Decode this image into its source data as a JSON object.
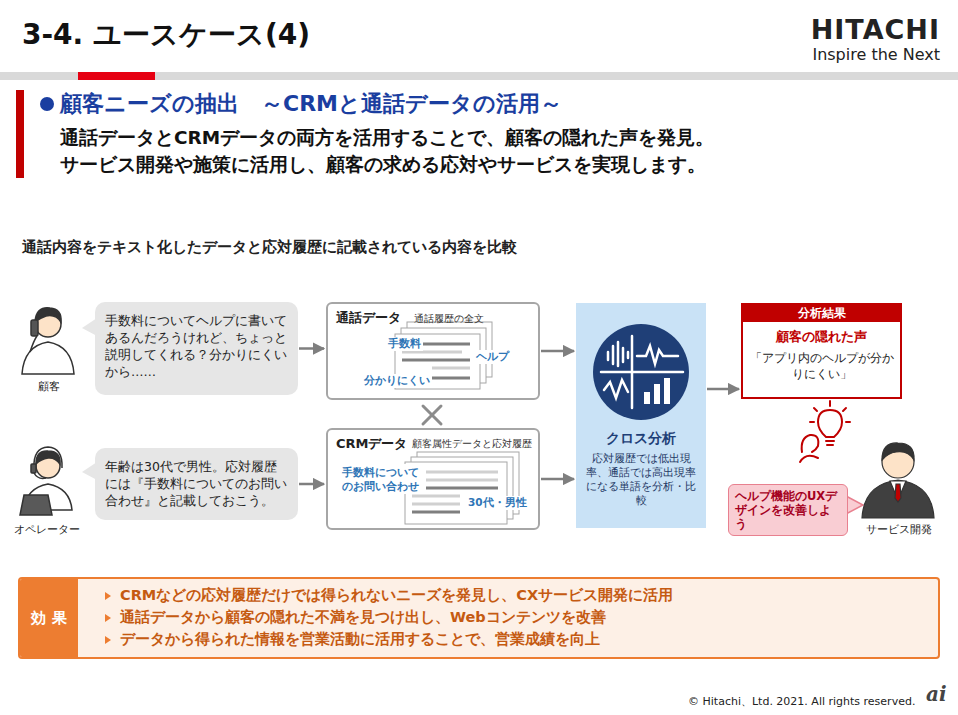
{
  "diagram": {
    "title": "3-4. ユースケース(4)",
    "nodes": [
      {
        "text": [
          "顧客ニーズの抽出　～CRMと通話データの活用～",
          "通話データとCRMデータの両方を活用することで、顧客の隠れた声を発見。",
          "サービス開発や施策に活用し、顧客の求める応対やサービスを実現します。"
        ]
      },
      {
        "text": [
          "手数料についてヘルプに書いてあるんだろうけれど、ちょっと説明してくれる？分かりにくいから……"
        ]
      },
      {
        "text": [
          "年齢は30代で男性。応対履歴には『手数料についてのお問い合わせ』と記載しておこう。"
        ]
      },
      {
        "text": [
          "通話データ",
          "通話履歴の全文",
          "手数料",
          "ヘルプ",
          "分かりにくい"
        ]
      },
      {
        "text": [
          "CRMデータ",
          "顧客属性データと応対履歴",
          "手数料について のお問い合わせ",
          "30代・男性"
        ]
      },
      {
        "text": [
          "クロス分析",
          "応対履歴では低出現率、通話では高出現率になる単語を分析・比較"
        ]
      },
      {
        "text": [
          "分析結果",
          "顧客の隠れた声",
          "「アプリ内のヘルプが分かりにくい」"
        ]
      },
      {
        "text": [
          "ヘルプ機能のUXデザインを改善しよう"
        ]
      },
      {
        "text": [
          "効 果",
          "CRMなどの応対履歴だけでは得られないニーズを発見し、CXサービス開発に活用",
          "通話データから顧客の隠れた不満を見つけ出し、Webコンテンツを改善",
          "データから得られた情報を営業活動に活用することで、営業成績を向上"
        ]
      }
    ],
    "edges": [
      {
        "from": 1,
        "to": 3,
        "arrow": "to"
      },
      {
        "from": 2,
        "to": 4,
        "arrow": "to"
      },
      {
        "from": 3,
        "to": 5,
        "arrow": "to"
      },
      {
        "from": 4,
        "to": 5,
        "arrow": "to"
      },
      {
        "from": 5,
        "to": 6,
        "arrow": "to"
      }
    ],
    "labels": [
      "HITACHI",
      "Inspire the Next",
      "通話内容をテキスト化したデータと応対履歴に記載されている内容を比較",
      "顧客",
      "オペレーター",
      "サービス開発",
      "© Hitachi、Ltd. 2021. All rights reserved.",
      "ai"
    ]
  }
}
